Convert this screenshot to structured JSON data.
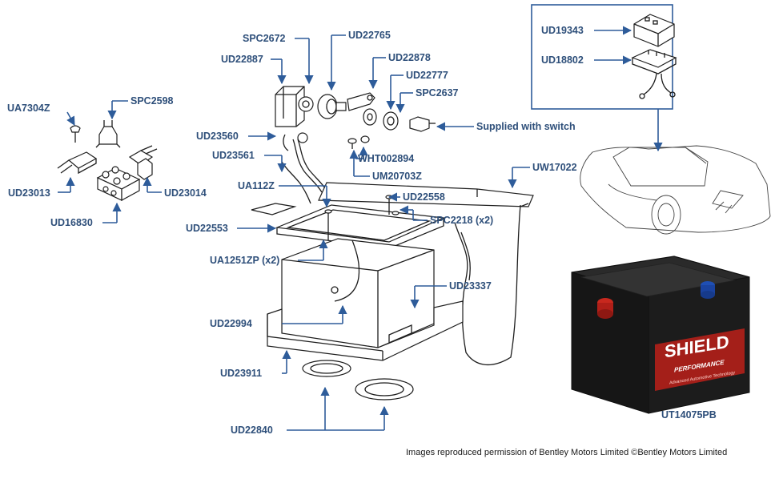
{
  "colors": {
    "label": "#2e4f7a",
    "leader": "#2e5c9a",
    "line_art": "#1e1e1e",
    "battery_body": "#1c1c1c",
    "battery_red": "#c8281e",
    "battery_blue": "#1f4fb4"
  },
  "parts": {
    "ua7304z": "UA7304Z",
    "spc2598": "SPC2598",
    "ud23013": "UD23013",
    "ud23014": "UD23014",
    "ud16830": "UD16830",
    "spc2672": "SPC2672",
    "ud22765": "UD22765",
    "ud22887": "UD22887",
    "ud22878": "UD22878",
    "ud22777": "UD22777",
    "spc2637": "SPC2637",
    "supplied_with_switch": "Supplied with switch",
    "ud23560": "UD23560",
    "ud23561": "UD23561",
    "wht002894": "WHT002894",
    "um20703z": "UM20703Z",
    "ua112z": "UA112Z",
    "ud22558": "UD22558",
    "spc2218": "SPC2218 (x2)",
    "ud22553": "UD22553",
    "ua1251zp": "UA1251ZP (x2)",
    "uw17022": "UW17022",
    "ud23337": "UD23337",
    "ud22994": "UD22994",
    "ud23911": "UD23911",
    "ud22840": "UD22840",
    "ud19343": "UD19343",
    "ud18802": "UD18802",
    "ut14075pb": "UT14075PB"
  },
  "battery": {
    "brand": "SHIELD",
    "subtitle": "PERFORMANCE",
    "tagline": "Advanced Automotive Technology"
  },
  "footer": {
    "credit": "Images reproduced permission of Bentley Motors Limited ©Bentley Motors Limited"
  }
}
